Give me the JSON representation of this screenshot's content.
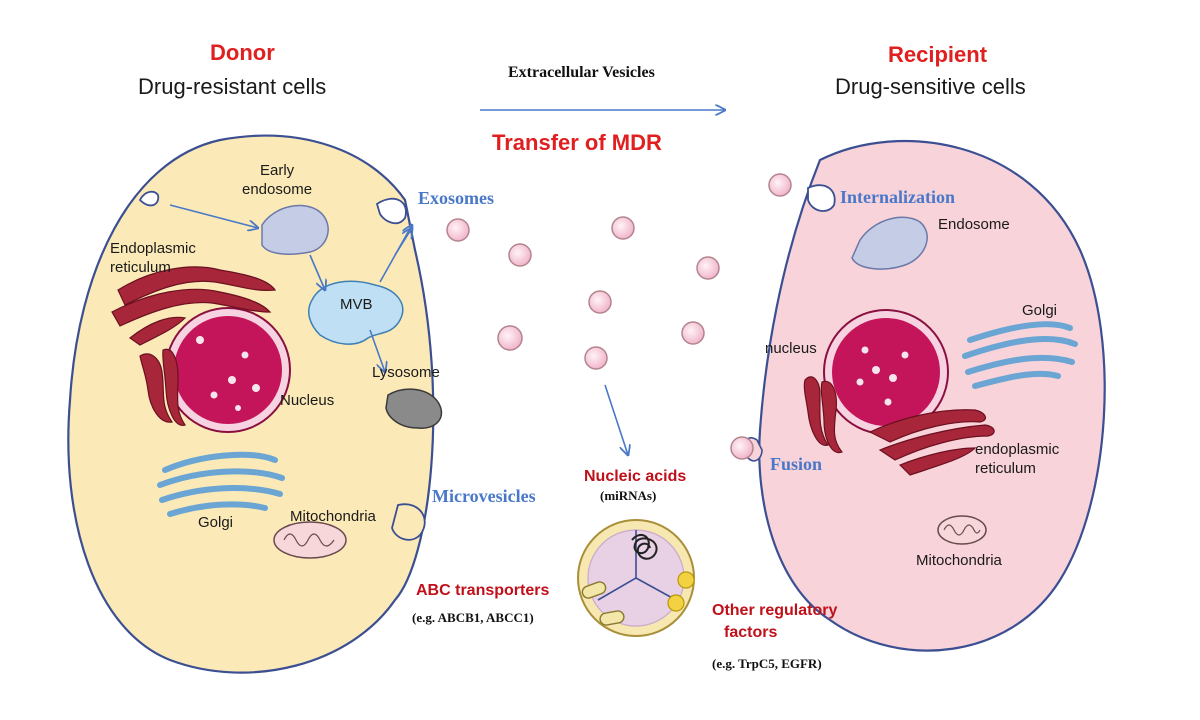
{
  "donor": {
    "title": "Donor",
    "subtitle": "Drug-resistant cells"
  },
  "recipient": {
    "title": "Recipient",
    "subtitle": "Drug-sensitive cells"
  },
  "arrow_label": "Extracellular Vesicles",
  "transfer_title": "Transfer of MDR",
  "donor_labels": {
    "early_endosome_1": "Early",
    "early_endosome_2": "endosome",
    "er_1": "Endoplasmic",
    "er_2": "reticulum",
    "mvb": "MVB",
    "lysosome": "Lysosome",
    "nucleus": "Nucleus",
    "golgi": "Golgi",
    "mitochondria": "Mitochondria"
  },
  "exosomes": "Exosomes",
  "microvesicles": "Microvesicles",
  "recipient_labels": {
    "internalization": "Internalization",
    "endosome": "Endosome",
    "nucleus": "nucleus",
    "golgi": "Golgi",
    "fusion": "Fusion",
    "er_1": "endoplasmic",
    "er_2": "reticulum",
    "mitochondria": "Mitochondria"
  },
  "cargo": {
    "nucleic_acids": "Nucleic acids",
    "mirnas": "(miRNAs)",
    "abc": "ABC transporters",
    "abc_eg": "(e.g. ABCB1, ABCC1)",
    "other_1": "Other regulatory",
    "other_2": "factors",
    "other_eg": "(e.g. TrpC5, EGFR)"
  },
  "colors": {
    "donor_cytoplasm": "#fbeab8",
    "recipient_cytoplasm": "#f8d3da",
    "membrane": "#4a5fa0",
    "nucleus": "#c4145a",
    "er": "#a8263a",
    "golgi": "#7db4dc",
    "vesicle": "#f5c7d8",
    "arrow": "#4a78c8",
    "title_red": "#e02020"
  }
}
